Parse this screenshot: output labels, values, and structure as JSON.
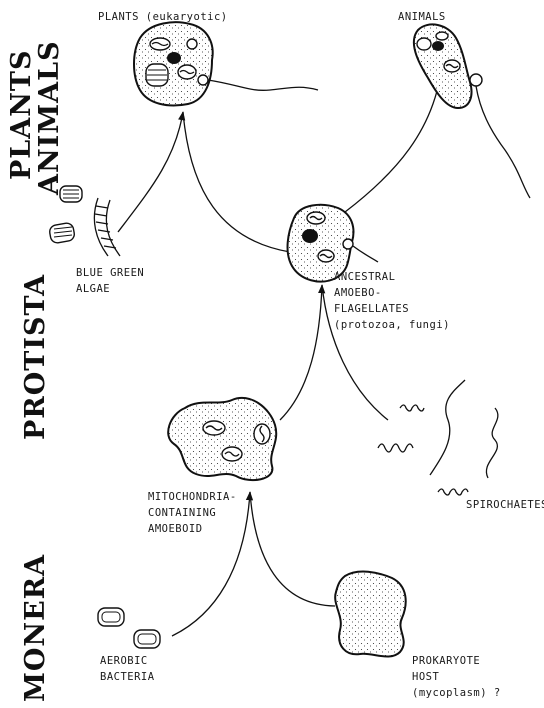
{
  "kingdoms": {
    "plants": "PLANTS",
    "animals": "ANIMALS",
    "protista": "PROTISTA",
    "monera": "MONERA"
  },
  "labels": {
    "plants_eukaryotic": "PLANTS (eukaryotic)",
    "animals": "ANIMALS",
    "blue_green_algae": [
      "BLUE GREEN",
      "ALGAE"
    ],
    "ancestral": [
      "ANCESTRAL",
      "AMOEBO-",
      "FLAGELLATES",
      "(protozoa, fungi)"
    ],
    "mitochondria_amoeboid": [
      "MITOCHONDRIA-",
      "CONTAINING",
      "AMOEBOID"
    ],
    "spirochaetes": "SPIROCHAETES",
    "aerobic_bacteria": [
      "AEROBIC",
      "BACTERIA"
    ],
    "prokaryote_host": [
      "PROKARYOTE",
      "HOST",
      "(mycoplasm) ?"
    ]
  }
}
